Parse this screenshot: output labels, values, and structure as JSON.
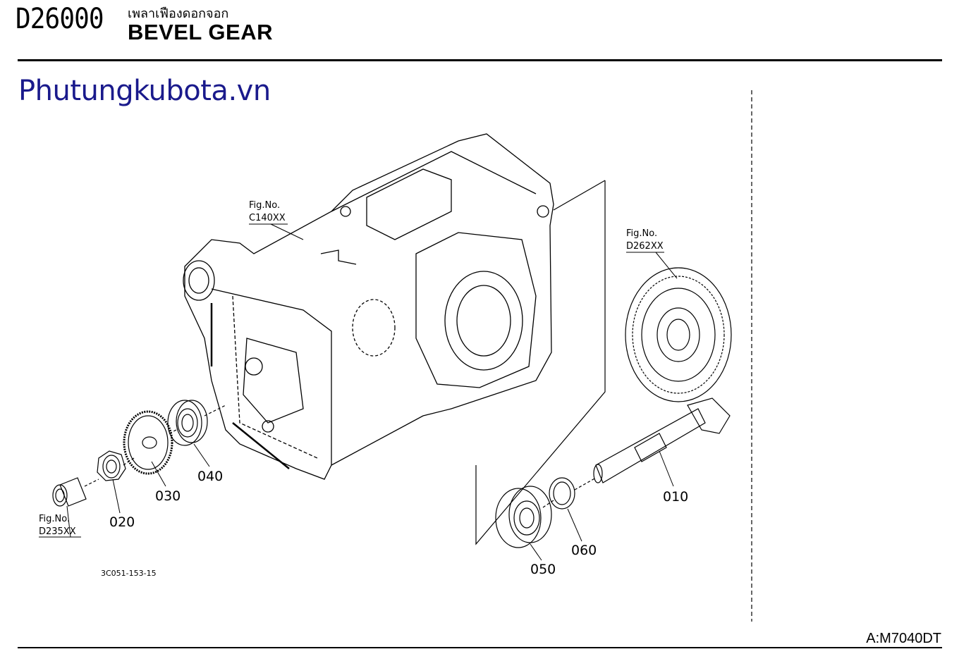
{
  "header": {
    "part_code": "D26000",
    "title_thai": "เพลาเฟืองดอกจอก",
    "title": "BEVEL GEAR"
  },
  "watermark": "Phutungkubota.vn",
  "model": "A:M7040DT",
  "drawing_ref": "3C051-153-15",
  "figure_refs": [
    {
      "line1": "Fig.No.",
      "line2": "C140XX"
    },
    {
      "line1": "Fig.No.",
      "line2": "D262XX"
    },
    {
      "line1": "Fig.No.",
      "line2": "D235XX"
    }
  ],
  "callouts": [
    "010",
    "020",
    "030",
    "040",
    "050",
    "060"
  ],
  "colors": {
    "brand": "#1a1a8c",
    "ink": "#000000"
  }
}
